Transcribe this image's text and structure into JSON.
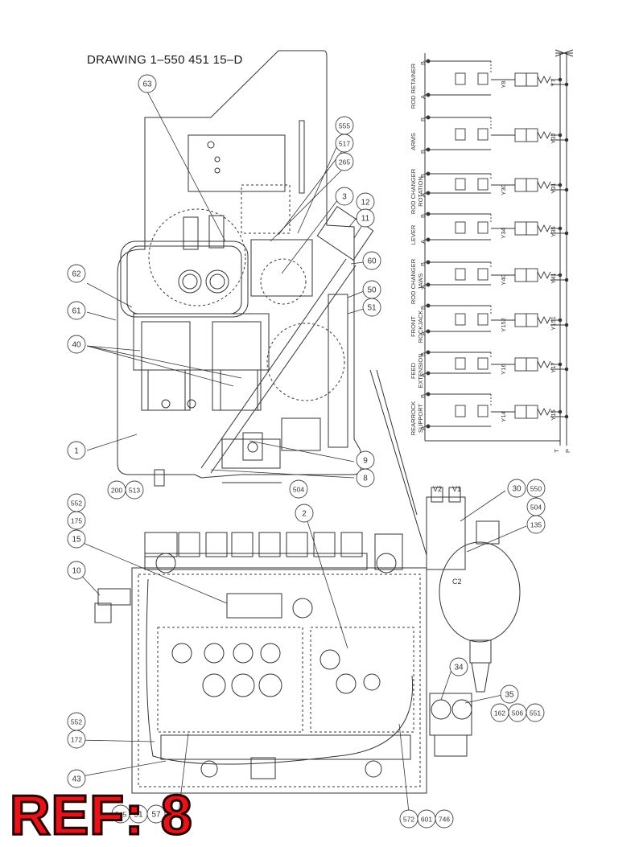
{
  "drawing": {
    "title": "DRAWING  1–550 451 15–D",
    "ref_label": "REF: 8"
  },
  "colors": {
    "line": "#333333",
    "ref_fill": "#e4141a",
    "background": "#ffffff"
  },
  "callouts": {
    "c63": "63",
    "c555": "555",
    "c517": "517",
    "c265": "265",
    "c3": "3",
    "c12": "12",
    "c11": "11",
    "c60": "60",
    "c62": "62",
    "c50": "50",
    "c51": "51",
    "c61": "61",
    "c40": "40",
    "c1": "1",
    "c9": "9",
    "c8": "8",
    "c200": "200",
    "c513": "513",
    "c504a": "504",
    "c30": "30",
    "c550": "550",
    "c504b": "504",
    "c552a": "552",
    "c175": "175",
    "c2": "2",
    "c135": "135",
    "c15": "15",
    "c10": "10",
    "c34": "34",
    "c35": "35",
    "c162": "162",
    "c506": "506",
    "c551": "551",
    "c552b": "552",
    "c172": "172",
    "c43": "43",
    "c572": "572",
    "c601": "601",
    "c746": "746",
    "c_bl1": "545",
    "c_bl2": "51",
    "c_bl3": "57"
  },
  "port_labels": {
    "v1": "V1",
    "v2": "V2",
    "c2": "C2"
  },
  "schematic": {
    "sections": [
      {
        "name": "ROD RETAINER",
        "line2": "",
        "b": "B",
        "a": "A",
        "valves": [
          "Y7",
          "Y8"
        ]
      },
      {
        "name": "ARMS",
        "line2": "",
        "b": "B",
        "a": "B",
        "valves": [
          "Y32"
        ]
      },
      {
        "name": "ROD CHANGER",
        "line2": "ROTATION",
        "b": "B",
        "a": "A",
        "valves": [
          "Y31",
          "Y30"
        ]
      },
      {
        "name": "LEVER",
        "line2": "",
        "b": "B",
        "a": "A",
        "valves": [
          "Y35",
          "Y34"
        ]
      },
      {
        "name": "ROD CHANGER",
        "line2": "JAWS",
        "b": "B",
        "a": "A",
        "valves": [
          "Y41",
          "Y40"
        ]
      },
      {
        "name": "FRONT",
        "line2": "ROCKJACK",
        "b": "B",
        "a": "A",
        "valves": [
          "Y151",
          "Y152"
        ]
      },
      {
        "name": "FEED",
        "line2": "EXTENSION",
        "b": "B",
        "a": "A",
        "valves": [
          "Y17",
          "Y16"
        ]
      },
      {
        "name": "REARROCK",
        "line2": "SUPPORT",
        "b": "B",
        "a": "A",
        "valves": [
          "Y15",
          "Y14"
        ]
      }
    ],
    "lines": {
      "t": "T",
      "p": "P"
    }
  }
}
